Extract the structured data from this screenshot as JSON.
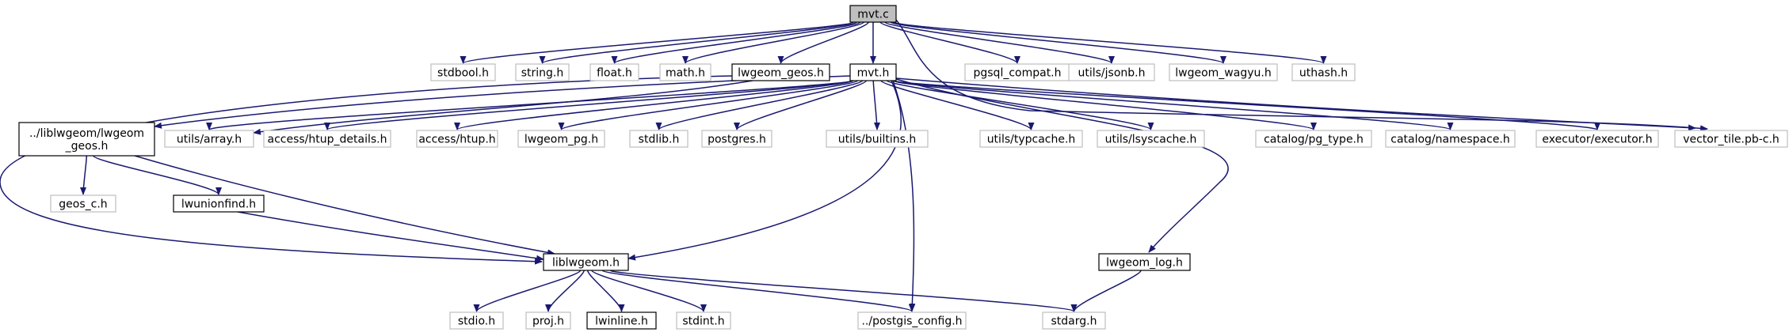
{
  "graph": {
    "nodes": [
      {
        "id": "mvt_c",
        "label": "mvt.c",
        "kind": "root"
      },
      {
        "id": "stdbool",
        "label": "stdbool.h",
        "kind": "missing"
      },
      {
        "id": "string",
        "label": "string.h",
        "kind": "missing"
      },
      {
        "id": "float",
        "label": "float.h",
        "kind": "missing"
      },
      {
        "id": "math",
        "label": "math.h",
        "kind": "missing"
      },
      {
        "id": "lwgeom_geos",
        "label": "lwgeom_geos.h",
        "kind": "documented"
      },
      {
        "id": "mvt_h",
        "label": "mvt.h",
        "kind": "documented"
      },
      {
        "id": "pgsql_compat",
        "label": "pgsql_compat.h",
        "kind": "missing"
      },
      {
        "id": "utils_jsonb",
        "label": "utils/jsonb.h",
        "kind": "missing"
      },
      {
        "id": "lwgeom_wagyu",
        "label": "lwgeom_wagyu.h",
        "kind": "missing"
      },
      {
        "id": "uthash",
        "label": "uthash.h",
        "kind": "missing"
      },
      {
        "id": "liblwgeom_geos",
        "label": "../liblwgeom/lwgeom\n_geos.h",
        "kind": "documented"
      },
      {
        "id": "utils_array",
        "label": "utils/array.h",
        "kind": "missing"
      },
      {
        "id": "htup_details",
        "label": "access/htup_details.h",
        "kind": "missing"
      },
      {
        "id": "htup",
        "label": "access/htup.h",
        "kind": "missing"
      },
      {
        "id": "lwgeom_pg",
        "label": "lwgeom_pg.h",
        "kind": "missing"
      },
      {
        "id": "stdlib",
        "label": "stdlib.h",
        "kind": "missing"
      },
      {
        "id": "postgres",
        "label": "postgres.h",
        "kind": "missing"
      },
      {
        "id": "utils_builtins",
        "label": "utils/builtins.h",
        "kind": "missing"
      },
      {
        "id": "utils_typcache",
        "label": "utils/typcache.h",
        "kind": "missing"
      },
      {
        "id": "utils_lsyscache",
        "label": "utils/lsyscache.h",
        "kind": "missing"
      },
      {
        "id": "pg_type",
        "label": "catalog/pg_type.h",
        "kind": "missing"
      },
      {
        "id": "namespace",
        "label": "catalog/namespace.h",
        "kind": "missing"
      },
      {
        "id": "executor",
        "label": "executor/executor.h",
        "kind": "missing"
      },
      {
        "id": "vector_tile",
        "label": "vector_tile.pb-c.h",
        "kind": "missing"
      },
      {
        "id": "geos_c",
        "label": "geos_c.h",
        "kind": "missing"
      },
      {
        "id": "lwunionfind",
        "label": "lwunionfind.h",
        "kind": "documented"
      },
      {
        "id": "liblwgeom",
        "label": "liblwgeom.h",
        "kind": "documented"
      },
      {
        "id": "lwgeom_log",
        "label": "lwgeom_log.h",
        "kind": "documented"
      },
      {
        "id": "stdio",
        "label": "stdio.h",
        "kind": "missing"
      },
      {
        "id": "proj",
        "label": "proj.h",
        "kind": "missing"
      },
      {
        "id": "lwinline",
        "label": "lwinline.h",
        "kind": "documented"
      },
      {
        "id": "stdint",
        "label": "stdint.h",
        "kind": "missing"
      },
      {
        "id": "postgis_config",
        "label": "../postgis_config.h",
        "kind": "missing"
      },
      {
        "id": "stdarg",
        "label": "stdarg.h",
        "kind": "missing"
      }
    ],
    "edges": [
      {
        "from": "mvt_c",
        "to": "stdbool"
      },
      {
        "from": "mvt_c",
        "to": "string"
      },
      {
        "from": "mvt_c",
        "to": "float"
      },
      {
        "from": "mvt_c",
        "to": "math"
      },
      {
        "from": "mvt_c",
        "to": "lwgeom_geos"
      },
      {
        "from": "mvt_c",
        "to": "mvt_h"
      },
      {
        "from": "mvt_c",
        "to": "pgsql_compat"
      },
      {
        "from": "mvt_c",
        "to": "utils_jsonb"
      },
      {
        "from": "mvt_c",
        "to": "lwgeom_wagyu"
      },
      {
        "from": "mvt_c",
        "to": "uthash"
      },
      {
        "from": "mvt_c",
        "to": "vector_tile"
      },
      {
        "from": "lwgeom_geos",
        "to": "utils_array"
      },
      {
        "from": "lwgeom_geos",
        "to": "liblwgeom"
      },
      {
        "from": "mvt_h",
        "to": "liblwgeom_geos"
      },
      {
        "from": "mvt_h",
        "to": "utils_array"
      },
      {
        "from": "mvt_h",
        "to": "htup_details"
      },
      {
        "from": "mvt_h",
        "to": "htup"
      },
      {
        "from": "mvt_h",
        "to": "lwgeom_pg"
      },
      {
        "from": "mvt_h",
        "to": "stdlib"
      },
      {
        "from": "mvt_h",
        "to": "postgres"
      },
      {
        "from": "mvt_h",
        "to": "utils_builtins"
      },
      {
        "from": "mvt_h",
        "to": "utils_typcache"
      },
      {
        "from": "mvt_h",
        "to": "utils_lsyscache"
      },
      {
        "from": "mvt_h",
        "to": "pg_type"
      },
      {
        "from": "mvt_h",
        "to": "namespace"
      },
      {
        "from": "mvt_h",
        "to": "executor"
      },
      {
        "from": "mvt_h",
        "to": "vector_tile"
      },
      {
        "from": "mvt_h",
        "to": "liblwgeom"
      },
      {
        "from": "mvt_h",
        "to": "postgis_config"
      },
      {
        "from": "mvt_h",
        "to": "lwgeom_log"
      },
      {
        "from": "liblwgeom_geos",
        "to": "geos_c"
      },
      {
        "from": "liblwgeom_geos",
        "to": "lwunionfind"
      },
      {
        "from": "liblwgeom_geos",
        "to": "liblwgeom"
      },
      {
        "from": "lwunionfind",
        "to": "liblwgeom"
      },
      {
        "from": "liblwgeom",
        "to": "stdio"
      },
      {
        "from": "liblwgeom",
        "to": "proj"
      },
      {
        "from": "liblwgeom",
        "to": "lwinline"
      },
      {
        "from": "liblwgeom",
        "to": "stdint"
      },
      {
        "from": "liblwgeom",
        "to": "postgis_config"
      },
      {
        "from": "liblwgeom",
        "to": "stdarg"
      },
      {
        "from": "lwgeom_log",
        "to": "stdarg"
      }
    ]
  },
  "colors": {
    "edge": "#191970",
    "root_fill": "#bfbfbf",
    "root_border": "#000000",
    "documented_border": "#000000",
    "missing_border": "#bfbfbf",
    "text": "#000000"
  }
}
